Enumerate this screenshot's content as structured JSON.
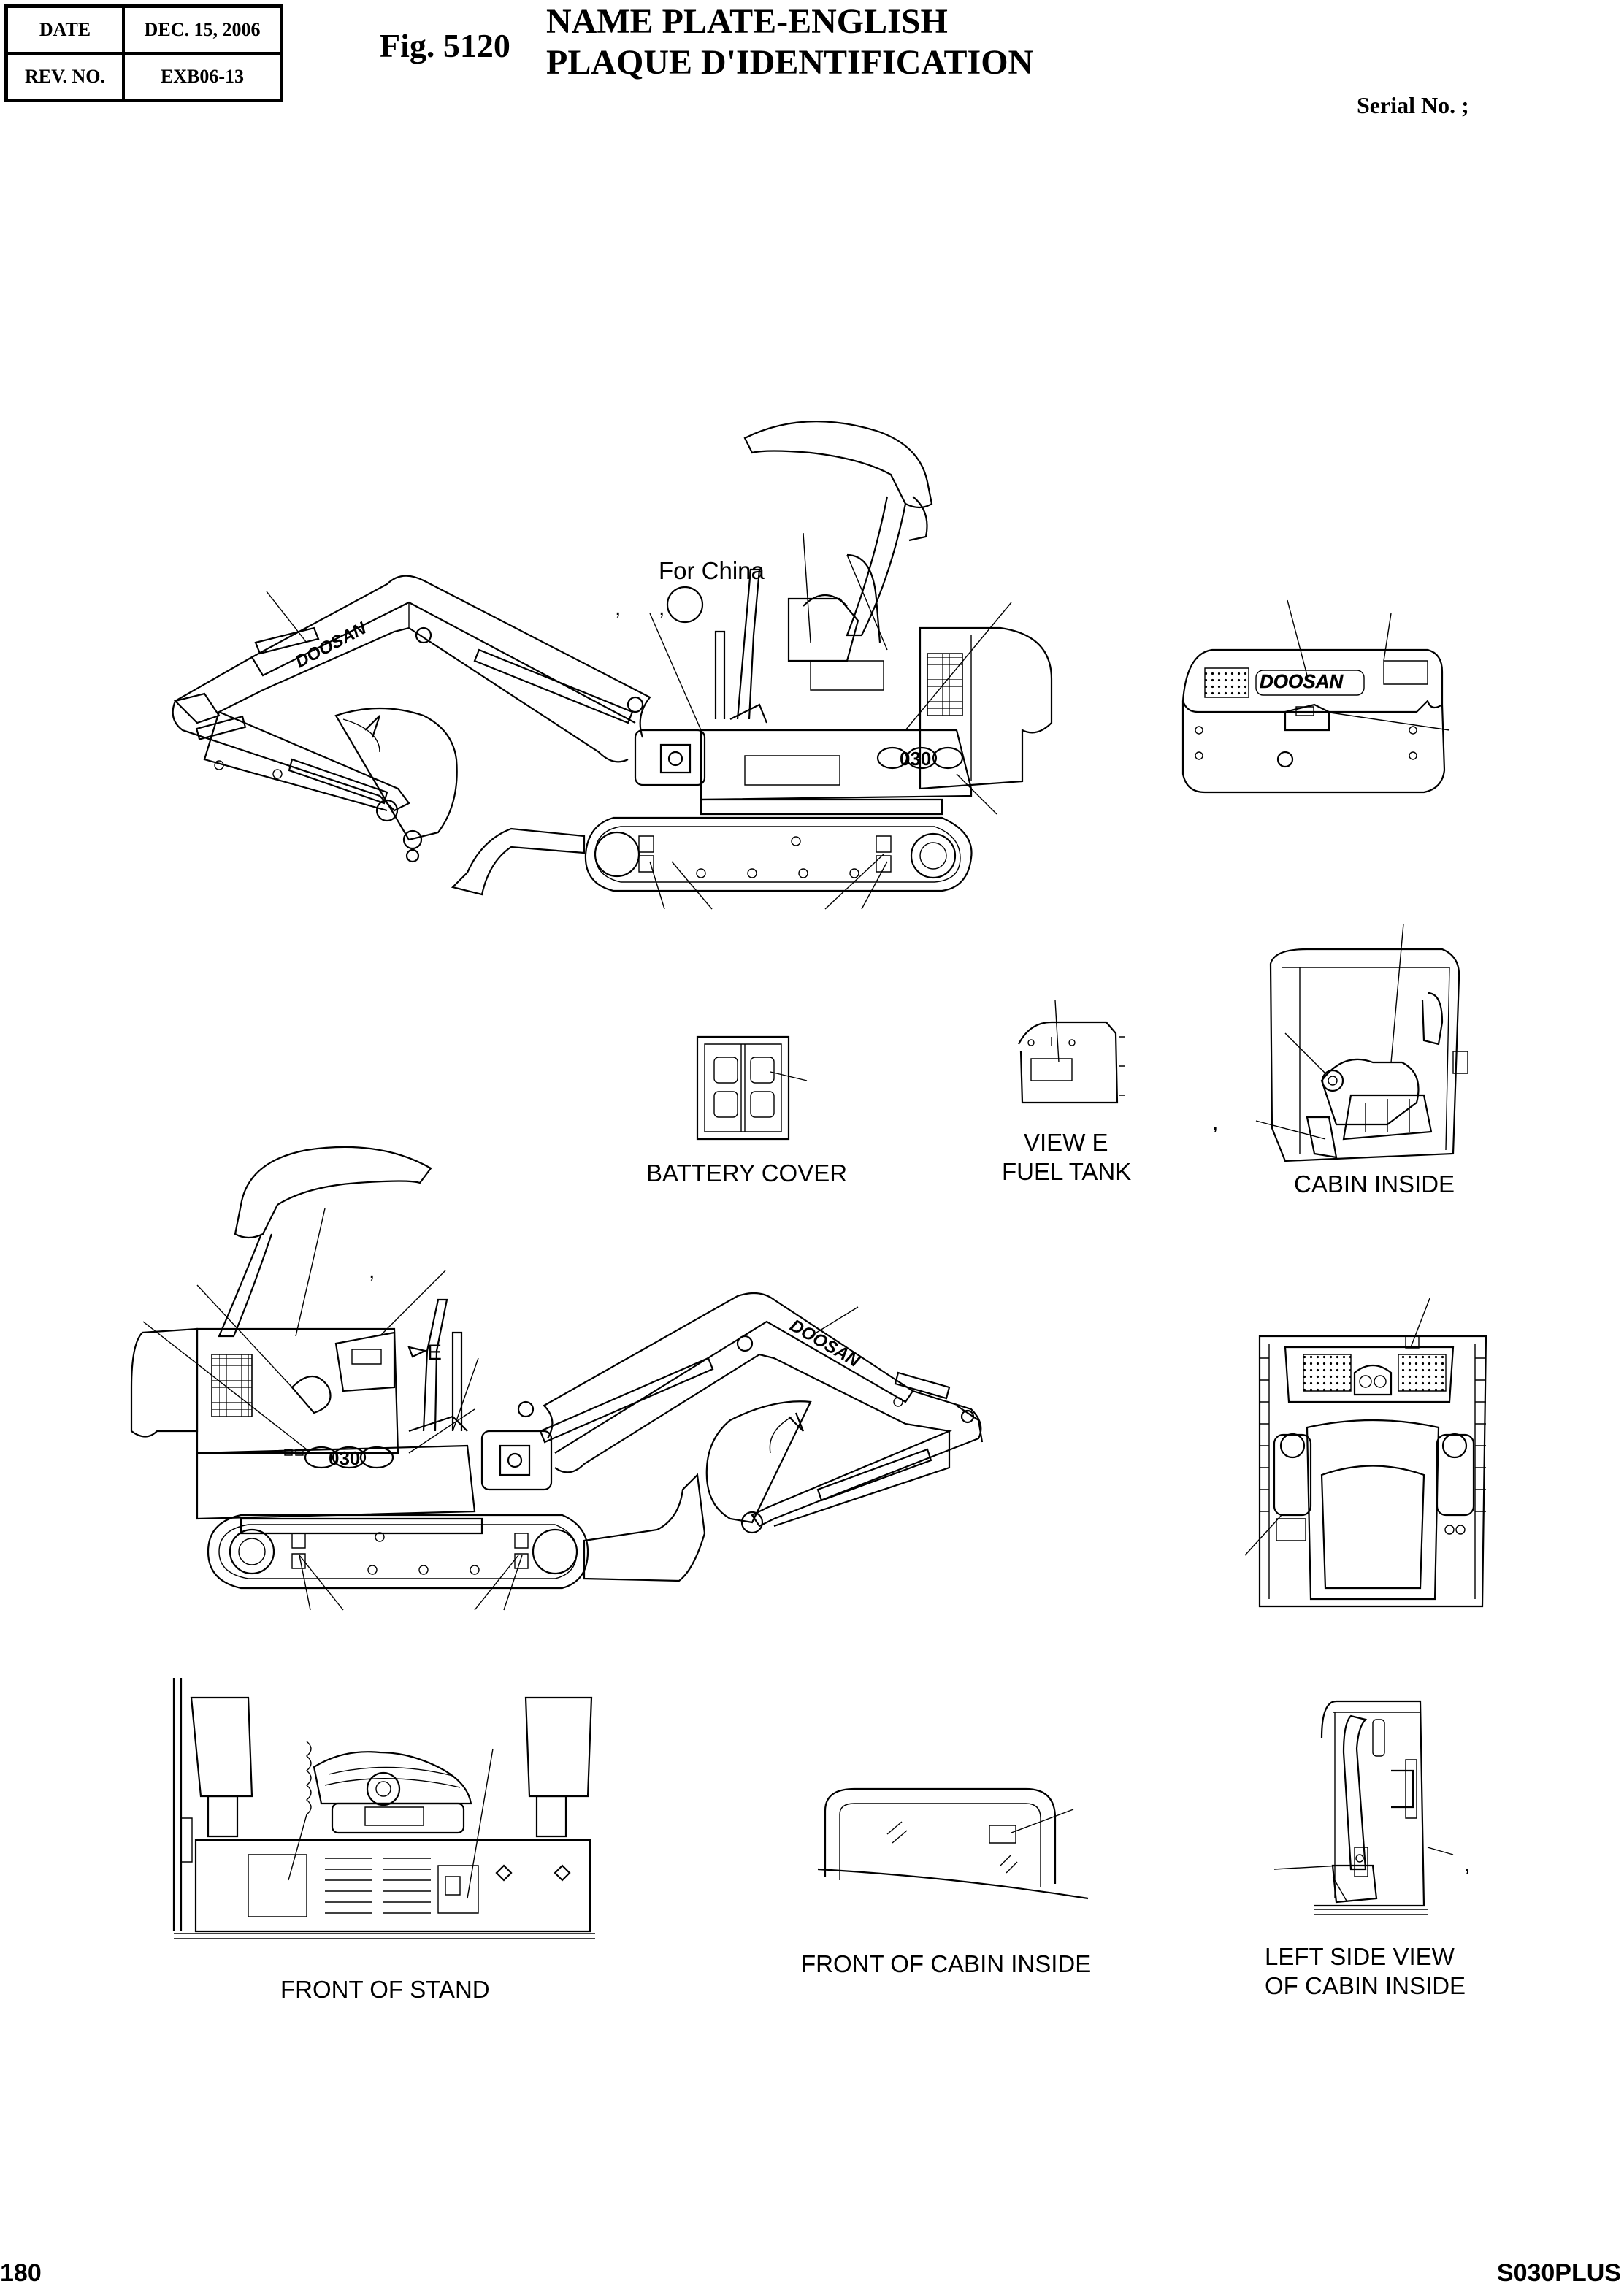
{
  "header": {
    "date_label": "DATE",
    "date_value": "DEC. 15, 2006",
    "rev_label": "REV. NO.",
    "rev_value": "EXB06-13",
    "fig_number": "Fig. 5120",
    "title_line1": "NAME PLATE-ENGLISH",
    "title_line2": "PLAQUE D'IDENTIFICATION",
    "serial": "Serial No. ;"
  },
  "labels": {
    "for_china": "For China",
    "battery_cover": "BATTERY COVER",
    "view_e": "VIEW  E",
    "fuel_tank": "FUEL TANK",
    "cabin_inside": "CABIN INSIDE",
    "front_of_stand": "FRONT OF STAND",
    "front_of_cabin_inside": "FRONT OF CABIN INSIDE",
    "left_side_view_line1": "LEFT SIDE VIEW",
    "left_side_view_line2": "OF CABIN INSIDE",
    "view_marker": "E",
    "brand_top": "DOOSAN",
    "brand_lower": "DOOSAN",
    "brand_plate": "DOOSAN",
    "model_mark": "030"
  },
  "footer": {
    "page_number": "180",
    "model": "S030PLUS"
  }
}
